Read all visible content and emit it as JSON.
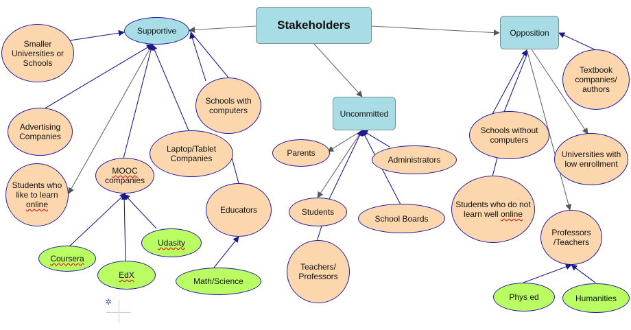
{
  "nodes": {
    "stakeholders": "Stakeholders",
    "supportive": "Supportive",
    "opposition": "Opposition",
    "uncommitted": "Uncommitted",
    "smaller_universities": "Smaller Universities or Schools",
    "advertising": "Advertising Companies",
    "students_online": [
      "Students who like to learn ",
      "online"
    ],
    "mooc": [
      "MOOC",
      " companies"
    ],
    "coursera": "Coursera",
    "edx": "EdX",
    "udasity": "Udasity",
    "laptop": "Laptop/Tablet Companies",
    "schools_computers": "Schools with computers",
    "educators": "Educators",
    "math_science": "Math/Science",
    "parents": "Parents",
    "administrators": "Administrators",
    "students": "Students",
    "school_boards": "School Boards",
    "teachers_professors": "Teachers/ Professors",
    "textbook": "Textbook companies/ authors",
    "schools_without": "Schools without computers",
    "universities_low": "Universities with low enrollment",
    "students_not_online": [
      "Students who do not learn well ",
      "online"
    ],
    "professors_teachers": "Professors /Teachers",
    "phys_ed": "Phys ed",
    "humanities": "Humanities"
  },
  "colors": {
    "concept": "#a9dde6",
    "stakeholder": "#fcd7ad",
    "subgroup": "#b9fd63",
    "outline": "#1f1aa8",
    "link": "#666666",
    "arrow": "#1a1a8c"
  }
}
